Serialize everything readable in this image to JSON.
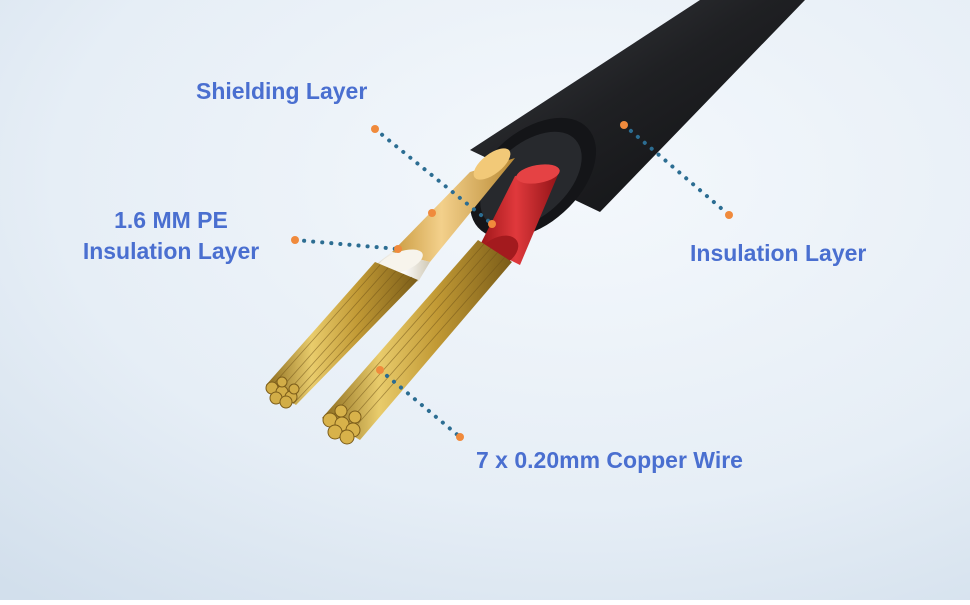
{
  "labels": {
    "shielding": "Shielding Layer",
    "pe_line1": "1.6 MM PE",
    "pe_line2": "Insulation Layer",
    "insulation": "Insulation Layer",
    "copper": "7 x 0.20mm Copper Wire"
  },
  "colors": {
    "label_text": "#4a6fd0",
    "leader_dots": "#2c6d92",
    "endpoint_dot": "#f08a3c",
    "outer_jacket": "#1e1f22",
    "red_insulation": "#c8252a",
    "foil_shield": "#e2b25a",
    "white_pe": "#f4f2ec",
    "copper": "#c9a23c"
  }
}
